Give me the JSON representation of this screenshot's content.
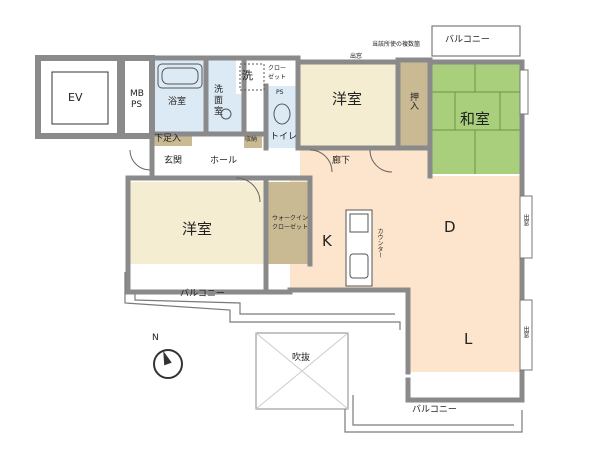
{
  "rooms": {
    "ev": "EV",
    "mbps_line1": "MB",
    "mbps_line2": "PS",
    "bath": "浴室",
    "washroom_line1": "洗",
    "washroom_line2": "面",
    "washroom_line3": "室",
    "washer": "洗",
    "closet_small_line1": "クロー",
    "closet_small_line2": "ゼット",
    "ps": "PS",
    "storage": "収納",
    "toilet": "トイレ",
    "western_north": "洋室",
    "oshiire": "押入",
    "japanese": "和室",
    "shoe_storage": "下足入",
    "genkan": "玄関",
    "hall": "ホール",
    "corridor": "廊下",
    "western_west": "洋室",
    "walkin_line1": "ウォークイン",
    "walkin_line2": "クローゼット",
    "kitchen": "K",
    "counter": "カウンター",
    "dining": "D",
    "living": "L",
    "fukinuke": "吹抜",
    "window_right_1": "出窓",
    "window_right_2": "出窓"
  },
  "balconies": {
    "top": "バルコニー",
    "west": "バルコニー",
    "bottom": "バルコニー"
  },
  "notes": {
    "shared": "当該所使の複数箇",
    "exit": "出窓"
  },
  "compass": {
    "label": "N"
  },
  "colors": {
    "wall": "#8a8a8a",
    "wet": "#dbeaf5",
    "western": "#f4edd2",
    "ldk": "#fce5cc",
    "tatami": "#a9cf7c",
    "storage": "#c9ba94"
  }
}
